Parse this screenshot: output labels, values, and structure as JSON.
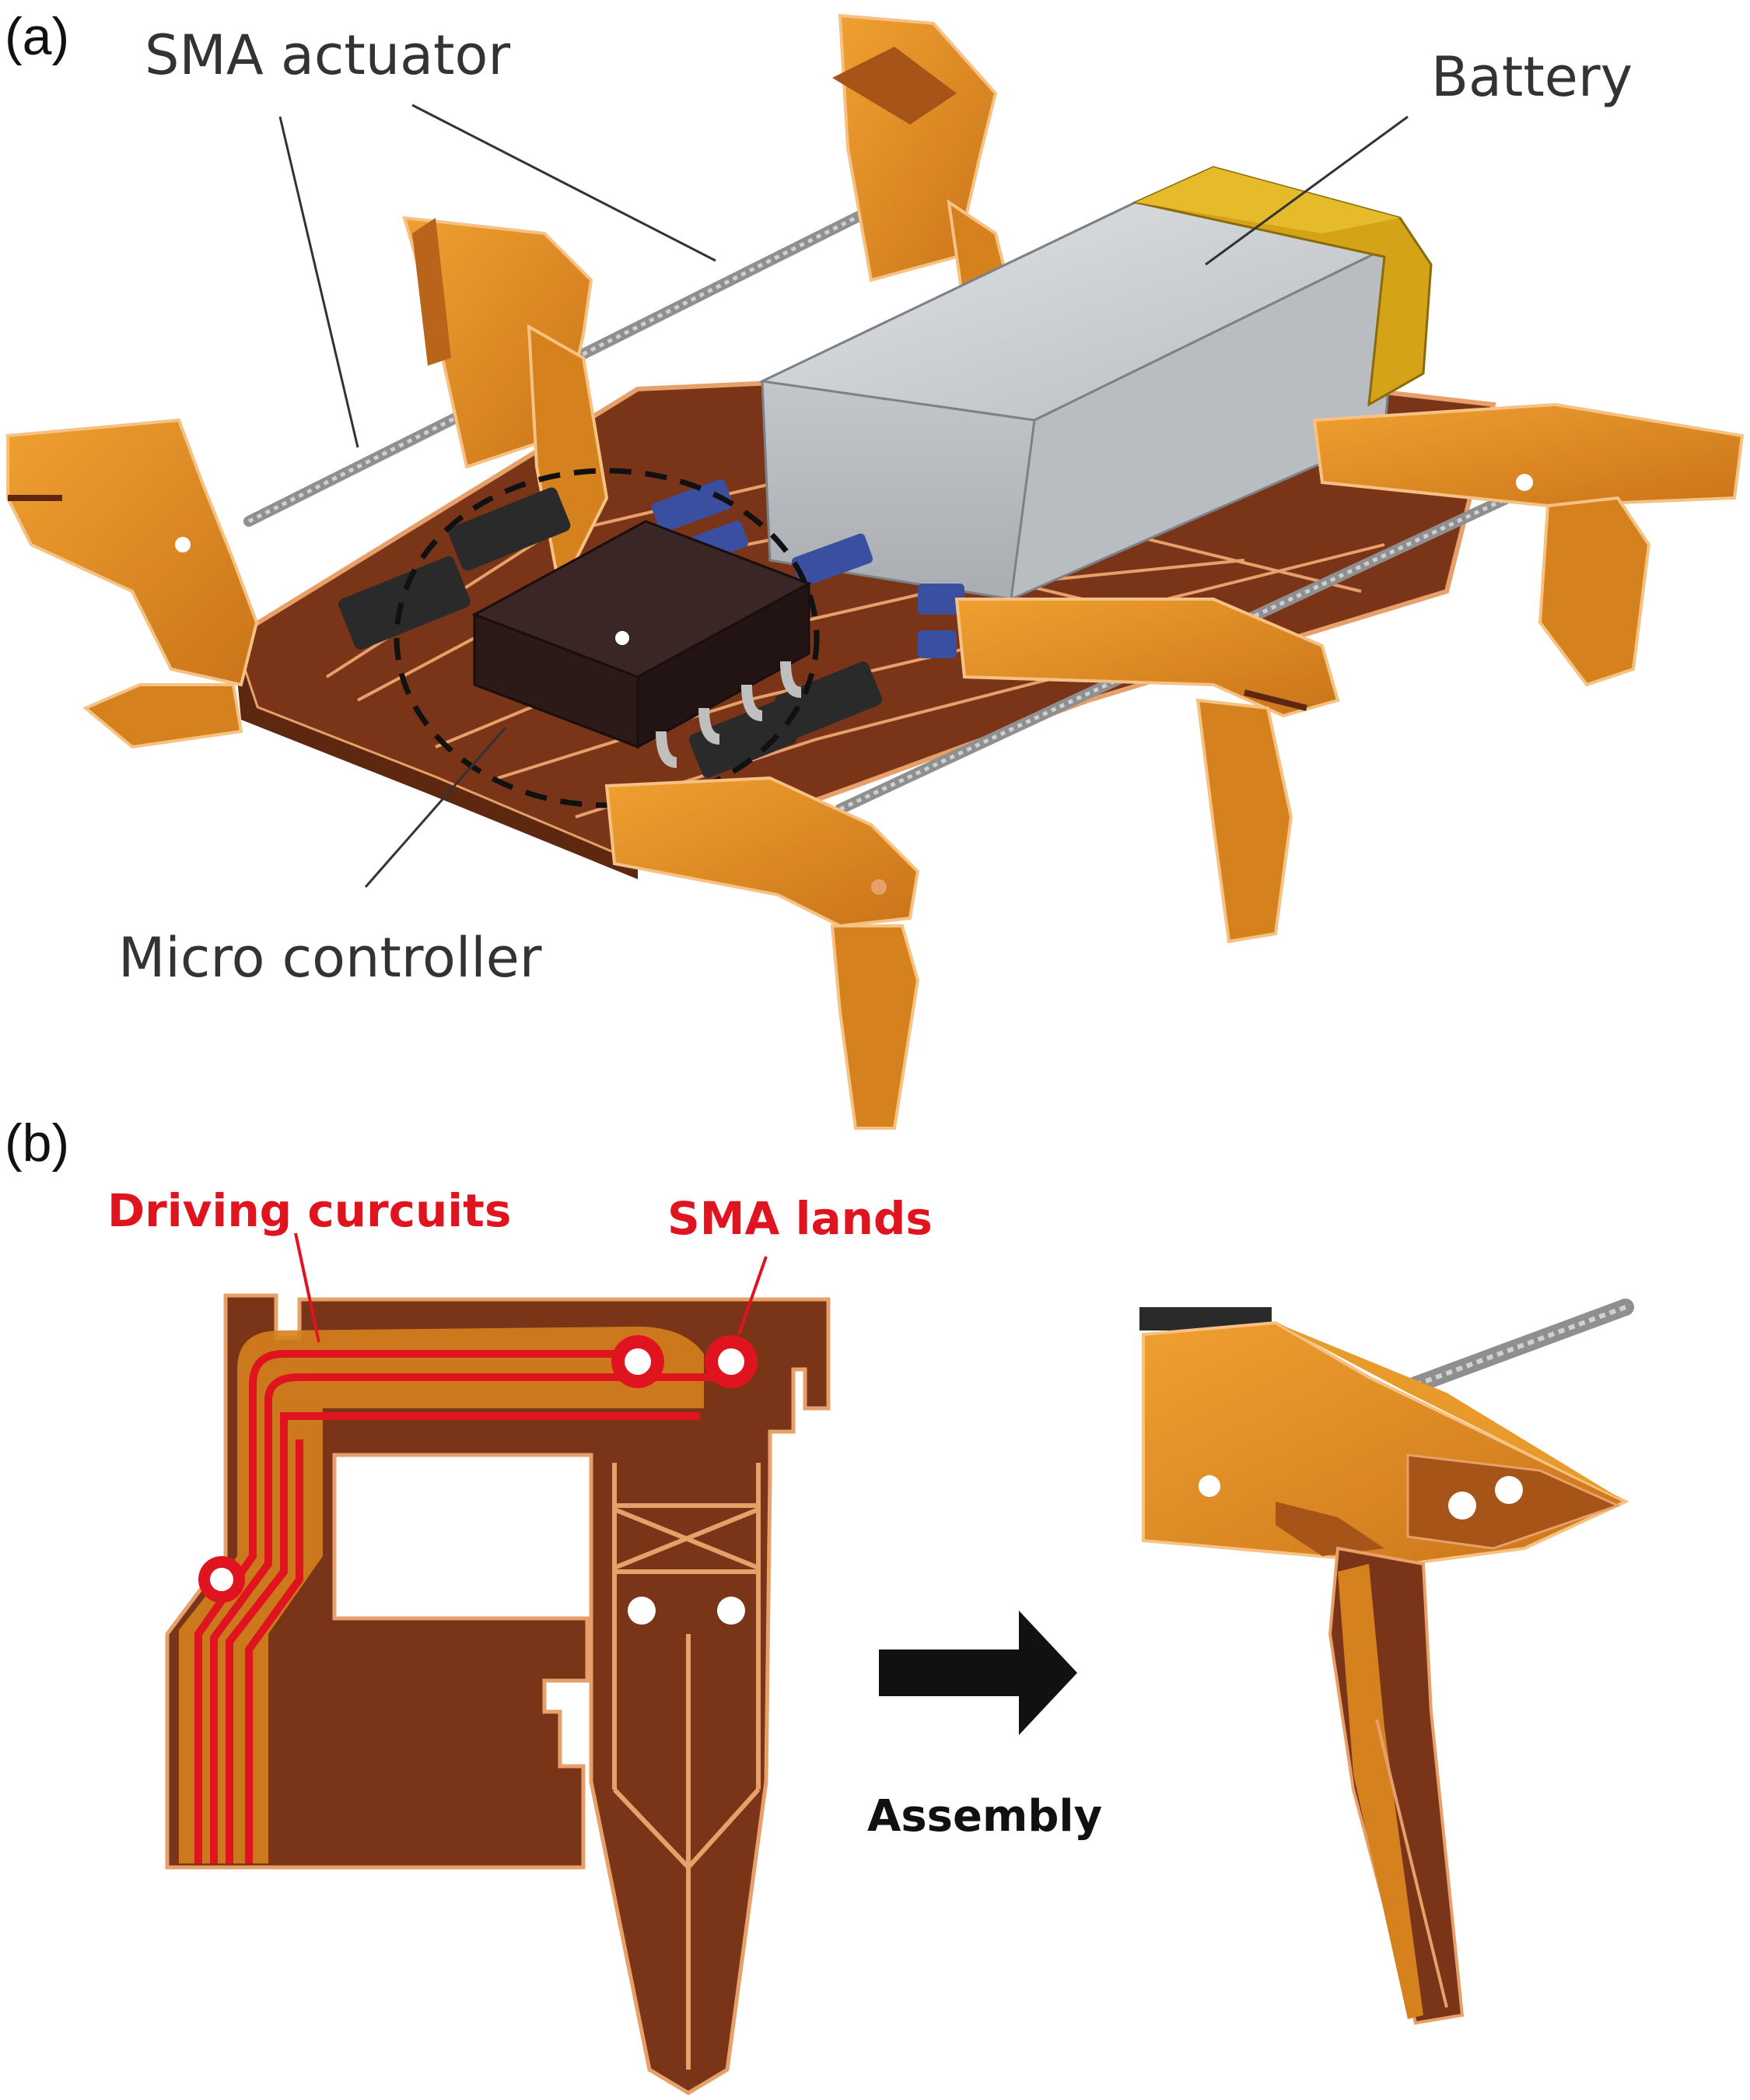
{
  "panels": {
    "a": {
      "label": "(a)",
      "callouts": {
        "sma_actuator": "SMA actuator",
        "battery": "Battery",
        "micro_controller": "Micro controller"
      }
    },
    "b": {
      "label": "(b)",
      "callouts": {
        "driving_circuits": "Driving curcuits",
        "sma_lands": "SMA lands"
      },
      "arrow_caption": "Assembly"
    }
  },
  "colors": {
    "leg_orange": "#e08a1e",
    "board_brown": "#7a3418",
    "trace_light": "#e8a06a",
    "battery_grey": "#c9cdd0",
    "battery_gold": "#d4a317",
    "chip_dark": "#2b1a18",
    "wire_grey": "#9a9a9a",
    "callout_red": "#e0141e",
    "component_blue": "#3a4fa0"
  }
}
